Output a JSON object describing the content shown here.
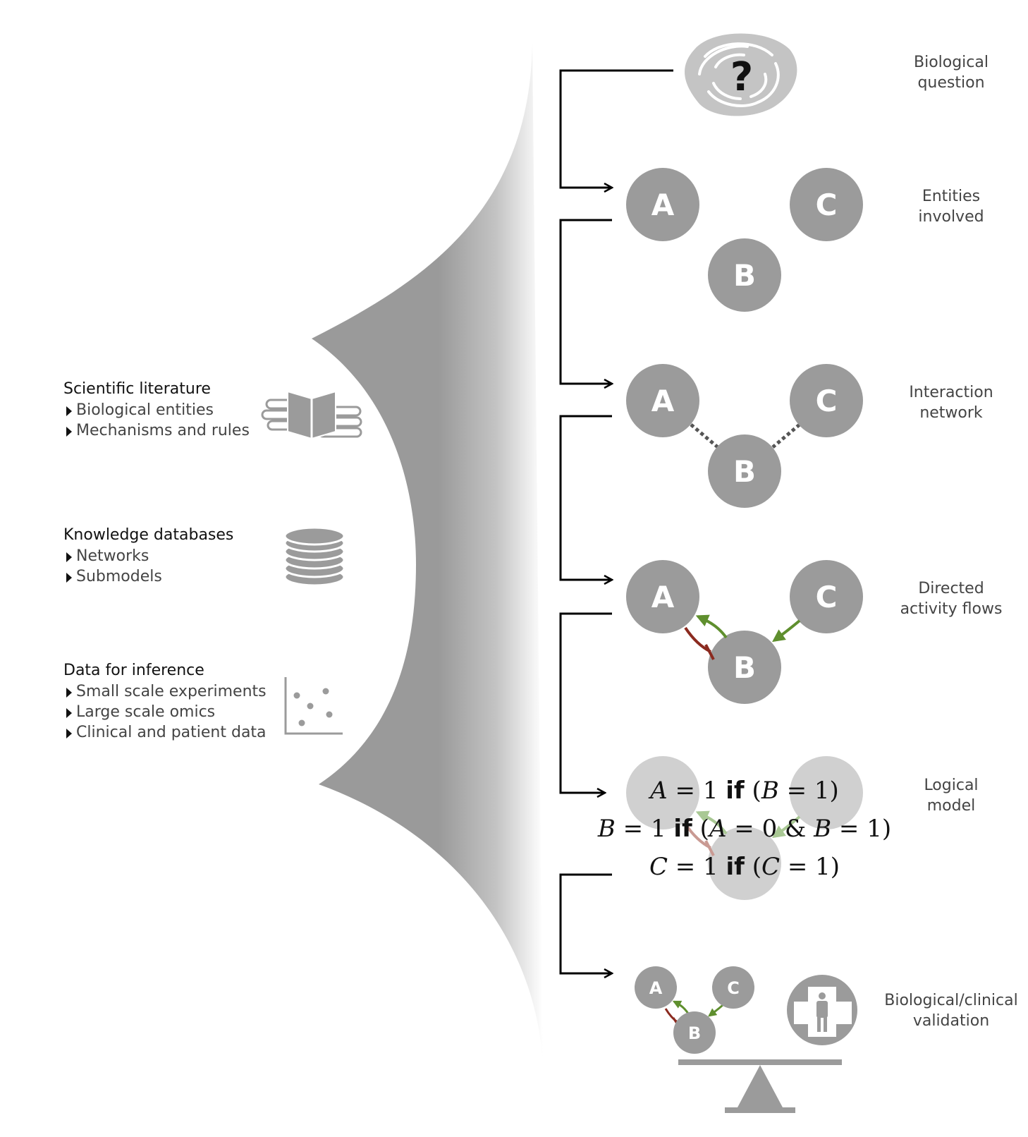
{
  "sources": [
    {
      "title": "Scientific literature",
      "items": [
        "Biological entities",
        "Mechanisms and rules"
      ],
      "icon": "books-icon"
    },
    {
      "title": "Knowledge databases",
      "items": [
        "Networks",
        "Submodels"
      ],
      "icon": "database-icon"
    },
    {
      "title": "Data for inference",
      "items": [
        "Small scale experiments",
        "Large scale omics",
        "Clinical and patient data"
      ],
      "icon": "scatter-plot-icon"
    }
  ],
  "steps": [
    {
      "id": "question",
      "label": [
        "Biological",
        "question"
      ]
    },
    {
      "id": "entities",
      "label": [
        "Entities",
        "involved"
      ]
    },
    {
      "id": "interaction",
      "label": [
        "Interaction",
        "network"
      ]
    },
    {
      "id": "directed",
      "label": [
        "Directed",
        "activity flows"
      ]
    },
    {
      "id": "logical",
      "label": [
        "Logical",
        "model"
      ]
    },
    {
      "id": "validation",
      "label": [
        "Biological/clinical",
        "validation"
      ]
    }
  ],
  "nodes": {
    "a": "A",
    "b": "B",
    "c": "C"
  },
  "question_mark": "?",
  "equations": [
    [
      "A",
      " = 1 ",
      "if",
      " (",
      "B",
      " = 1)"
    ],
    [
      "B",
      " = 1 ",
      "if",
      " (",
      "A",
      " = 0 & ",
      "B",
      " = 1)"
    ],
    [
      "C",
      " = 1 ",
      "if",
      " (",
      "C",
      " = 1)"
    ]
  ],
  "colors": {
    "funnel": "#999999",
    "node": "#9b9b9b",
    "node_faded": "#d0d0d0",
    "activation": "#5f8f2e",
    "inhibition": "#8b2a1f",
    "connector": "#000000",
    "icon": "#9b9b9b"
  }
}
